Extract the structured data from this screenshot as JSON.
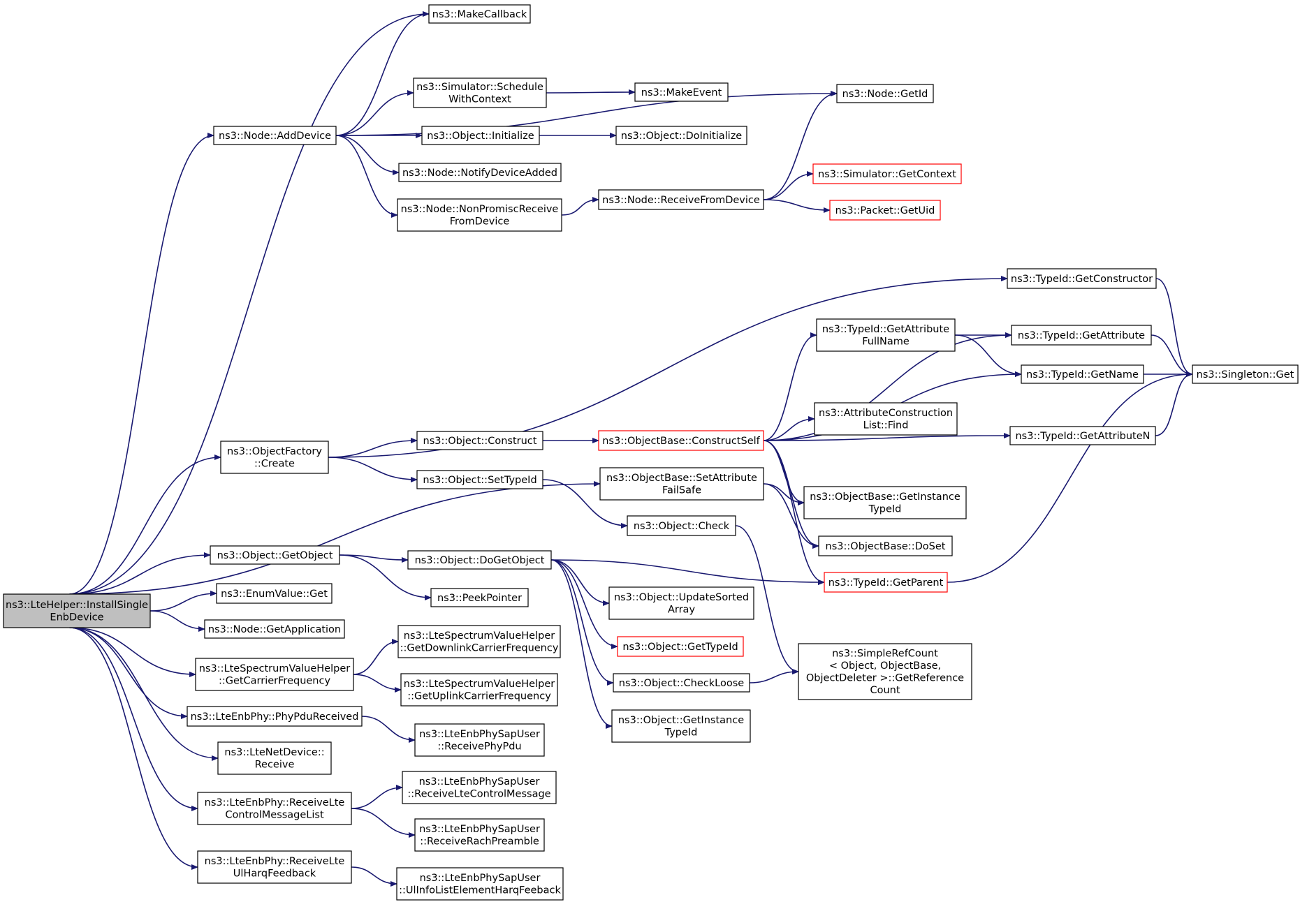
{
  "nodes": [
    {
      "id": "root",
      "lines": [
        "ns3::LteHelper::InstallSingle",
        "EnbDevice"
      ],
      "style": "root"
    },
    {
      "id": "makecallback",
      "lines": [
        "ns3::MakeCallback"
      ]
    },
    {
      "id": "adddevice",
      "lines": [
        "ns3::Node::AddDevice"
      ]
    },
    {
      "id": "schedwithctx",
      "lines": [
        "ns3::Simulator::Schedule",
        "WithContext"
      ]
    },
    {
      "id": "makeevent",
      "lines": [
        "ns3::MakeEvent"
      ]
    },
    {
      "id": "nodegetid",
      "lines": [
        "ns3::Node::GetId"
      ]
    },
    {
      "id": "objinit",
      "lines": [
        "ns3::Object::Initialize"
      ]
    },
    {
      "id": "objdoinit",
      "lines": [
        "ns3::Object::DoInitialize"
      ]
    },
    {
      "id": "notifydev",
      "lines": [
        "ns3::Node::NotifyDeviceAdded"
      ]
    },
    {
      "id": "nonpromisc",
      "lines": [
        "ns3::Node::NonPromiscReceive",
        "FromDevice"
      ]
    },
    {
      "id": "recvfromdev",
      "lines": [
        "ns3::Node::ReceiveFromDevice"
      ]
    },
    {
      "id": "simgetctx",
      "lines": [
        "ns3::Simulator::GetContext"
      ],
      "style": "red"
    },
    {
      "id": "pktgetuid",
      "lines": [
        "ns3::Packet::GetUid"
      ],
      "style": "red"
    },
    {
      "id": "getconstructor",
      "lines": [
        "ns3::TypeId::GetConstructor"
      ]
    },
    {
      "id": "getattrfullname",
      "lines": [
        "ns3::TypeId::GetAttribute",
        "FullName"
      ]
    },
    {
      "id": "getattribute",
      "lines": [
        "ns3::TypeId::GetAttribute"
      ]
    },
    {
      "id": "getname",
      "lines": [
        "ns3::TypeId::GetName"
      ]
    },
    {
      "id": "singletonget",
      "lines": [
        "ns3::Singleton::Get"
      ]
    },
    {
      "id": "attrconstrfind",
      "lines": [
        "ns3::AttributeConstruction",
        "List::Find"
      ]
    },
    {
      "id": "getattributen",
      "lines": [
        "ns3::TypeId::GetAttributeN"
      ]
    },
    {
      "id": "objfactcreate",
      "lines": [
        "ns3::ObjectFactory",
        "::Create"
      ]
    },
    {
      "id": "objconstruct",
      "lines": [
        "ns3::Object::Construct"
      ]
    },
    {
      "id": "constructself",
      "lines": [
        "ns3::ObjectBase::ConstructSelf"
      ],
      "style": "red"
    },
    {
      "id": "settypeid",
      "lines": [
        "ns3::Object::SetTypeId"
      ]
    },
    {
      "id": "setattrfailsafe",
      "lines": [
        "ns3::ObjectBase::SetAttribute",
        "FailSafe"
      ]
    },
    {
      "id": "getinsttypeid_ob",
      "lines": [
        "ns3::ObjectBase::GetInstance",
        "TypeId"
      ]
    },
    {
      "id": "objcheck",
      "lines": [
        "ns3::Object::Check"
      ]
    },
    {
      "id": "doset",
      "lines": [
        "ns3::ObjectBase::DoSet"
      ]
    },
    {
      "id": "getobject",
      "lines": [
        "ns3::Object::GetObject"
      ]
    },
    {
      "id": "dogetobject",
      "lines": [
        "ns3::Object::DoGetObject"
      ]
    },
    {
      "id": "getparent",
      "lines": [
        "ns3::TypeId::GetParent"
      ],
      "style": "red"
    },
    {
      "id": "enumget",
      "lines": [
        "ns3::EnumValue::Get"
      ]
    },
    {
      "id": "peekpointer",
      "lines": [
        "ns3::PeekPointer"
      ]
    },
    {
      "id": "updatesorted",
      "lines": [
        "ns3::Object::UpdateSorted",
        "Array"
      ]
    },
    {
      "id": "getapplication",
      "lines": [
        "ns3::Node::GetApplication"
      ]
    },
    {
      "id": "objgettypeid",
      "lines": [
        "ns3::Object::GetTypeId"
      ],
      "style": "red"
    },
    {
      "id": "getdlcarrier",
      "lines": [
        "ns3::LteSpectrumValueHelper",
        "::GetDownlinkCarrierFrequency"
      ]
    },
    {
      "id": "getcarrier",
      "lines": [
        "ns3::LteSpectrumValueHelper",
        "::GetCarrierFrequency"
      ]
    },
    {
      "id": "getulcarrier",
      "lines": [
        "ns3::LteSpectrumValueHelper",
        "::GetUplinkCarrierFrequency"
      ]
    },
    {
      "id": "simplerefcount",
      "lines": [
        "ns3::SimpleRefCount",
        "< Object, ObjectBase,",
        " ObjectDeleter >::GetReference",
        "Count"
      ]
    },
    {
      "id": "checkloose",
      "lines": [
        "ns3::Object::CheckLoose"
      ]
    },
    {
      "id": "phypdurecv",
      "lines": [
        "ns3::LteEnbPhy::PhyPduReceived"
      ]
    },
    {
      "id": "recvphypdu",
      "lines": [
        "ns3::LteEnbPhySapUser",
        "::ReceivePhyPdu"
      ]
    },
    {
      "id": "objgetinsttypeid",
      "lines": [
        "ns3::Object::GetInstance",
        "TypeId"
      ]
    },
    {
      "id": "netdevrecv",
      "lines": [
        "ns3::LteNetDevice::",
        "Receive"
      ]
    },
    {
      "id": "recvltectrlmsg",
      "lines": [
        "ns3::LteEnbPhySapUser",
        "::ReceiveLteControlMessage"
      ]
    },
    {
      "id": "recvltectrllist",
      "lines": [
        "ns3::LteEnbPhy::ReceiveLte",
        "ControlMessageList"
      ]
    },
    {
      "id": "recvrach",
      "lines": [
        "ns3::LteEnbPhySapUser",
        "::ReceiveRachPreamble"
      ]
    },
    {
      "id": "recvulharq",
      "lines": [
        "ns3::LteEnbPhy::ReceiveLte",
        "UlHarqFeedback"
      ]
    },
    {
      "id": "ulinfoharq",
      "lines": [
        "ns3::LteEnbPhySapUser",
        "::UlInfoListElementHarqFeeback"
      ]
    }
  ],
  "edges": [
    [
      "root",
      "makecallback"
    ],
    [
      "root",
      "adddevice"
    ],
    [
      "root",
      "objfactcreate"
    ],
    [
      "root",
      "setattrfailsafe"
    ],
    [
      "root",
      "getobject"
    ],
    [
      "root",
      "enumget"
    ],
    [
      "root",
      "getapplication"
    ],
    [
      "root",
      "getcarrier"
    ],
    [
      "root",
      "phypdurecv"
    ],
    [
      "root",
      "netdevrecv"
    ],
    [
      "root",
      "recvltectrllist"
    ],
    [
      "root",
      "recvulharq"
    ],
    [
      "adddevice",
      "makecallback"
    ],
    [
      "adddevice",
      "nodegetid"
    ],
    [
      "adddevice",
      "schedwithctx"
    ],
    [
      "adddevice",
      "objinit"
    ],
    [
      "adddevice",
      "notifydev"
    ],
    [
      "adddevice",
      "nonpromisc"
    ],
    [
      "schedwithctx",
      "makeevent"
    ],
    [
      "objinit",
      "objdoinit"
    ],
    [
      "nonpromisc",
      "recvfromdev"
    ],
    [
      "recvfromdev",
      "nodegetid"
    ],
    [
      "recvfromdev",
      "simgetctx"
    ],
    [
      "recvfromdev",
      "pktgetuid"
    ],
    [
      "objfactcreate",
      "getconstructor"
    ],
    [
      "objfactcreate",
      "objconstruct"
    ],
    [
      "objfactcreate",
      "settypeid"
    ],
    [
      "objconstruct",
      "constructself"
    ],
    [
      "constructself",
      "getattribute"
    ],
    [
      "constructself",
      "getattrfullname"
    ],
    [
      "constructself",
      "getname"
    ],
    [
      "constructself",
      "attrconstrfind"
    ],
    [
      "constructself",
      "getattributen"
    ],
    [
      "constructself",
      "getinsttypeid_ob"
    ],
    [
      "constructself",
      "doset"
    ],
    [
      "constructself",
      "getparent"
    ],
    [
      "getattrfullname",
      "getattribute"
    ],
    [
      "getattrfullname",
      "getname"
    ],
    [
      "getconstructor",
      "singletonget"
    ],
    [
      "getattribute",
      "singletonget"
    ],
    [
      "getname",
      "singletonget"
    ],
    [
      "getattributen",
      "singletonget"
    ],
    [
      "getparent",
      "singletonget"
    ],
    [
      "settypeid",
      "objcheck"
    ],
    [
      "setattrfailsafe",
      "getinsttypeid_ob"
    ],
    [
      "setattrfailsafe",
      "doset"
    ],
    [
      "objcheck",
      "simplerefcount"
    ],
    [
      "getobject",
      "dogetobject"
    ],
    [
      "getobject",
      "peekpointer"
    ],
    [
      "dogetobject",
      "getparent"
    ],
    [
      "dogetobject",
      "updatesorted"
    ],
    [
      "dogetobject",
      "objgettypeid"
    ],
    [
      "dogetobject",
      "checkloose"
    ],
    [
      "dogetobject",
      "objgetinsttypeid"
    ],
    [
      "checkloose",
      "simplerefcount"
    ],
    [
      "getcarrier",
      "getdlcarrier"
    ],
    [
      "getcarrier",
      "getulcarrier"
    ],
    [
      "phypdurecv",
      "recvphypdu"
    ],
    [
      "recvltectrllist",
      "recvltectrlmsg"
    ],
    [
      "recvltectrllist",
      "recvrach"
    ],
    [
      "recvulharq",
      "ulinfoharq"
    ]
  ]
}
